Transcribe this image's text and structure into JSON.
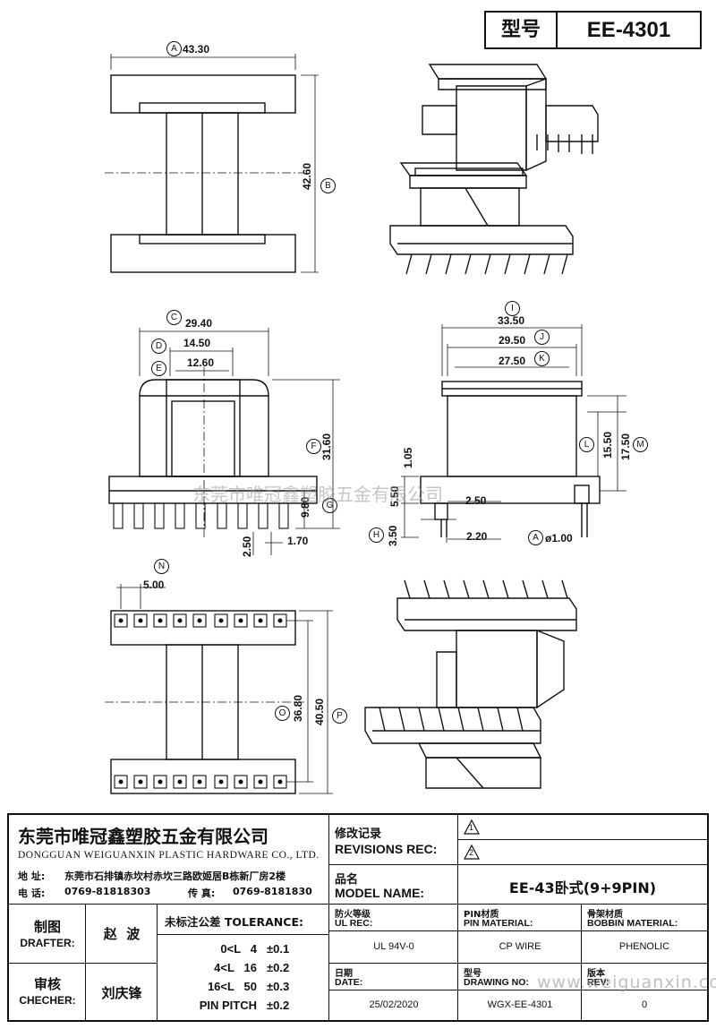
{
  "header": {
    "type_label": "型号",
    "model_code": "EE-4301"
  },
  "dimensions": {
    "A": {
      "letter": "A",
      "value": "43.30"
    },
    "B": {
      "letter": "B",
      "value": "42.60"
    },
    "C": {
      "letter": "C",
      "value": "29.40"
    },
    "D": {
      "letter": "D",
      "value": "14.50"
    },
    "E": {
      "letter": "E",
      "value": "12.60"
    },
    "F": {
      "letter": "F",
      "value": "31.60"
    },
    "G": {
      "letter": "G",
      "value": "9.80"
    },
    "H": {
      "letter": "H",
      "value": "3.50"
    },
    "I": {
      "letter": "I",
      "value": "33.50"
    },
    "J": {
      "letter": "J",
      "value": "29.50"
    },
    "K": {
      "letter": "K",
      "value": "27.50"
    },
    "L": {
      "letter": "L",
      "value": "15.50"
    },
    "M": {
      "letter": "M",
      "value": "17.50"
    },
    "N": {
      "letter": "N",
      "value": "5.00"
    },
    "O": {
      "letter": "O",
      "value": "36.80"
    },
    "P": {
      "letter": "P",
      "value": "40.50"
    },
    "pin_2_50": "2.50",
    "pin_1_70": "1.70",
    "side_1_05": "1.05",
    "side_5_50": "5.50",
    "side_2_50": "2.50",
    "side_2_20": "2.20",
    "pin_dia": "ø1.00",
    "pin_dia_letter": "A"
  },
  "watermark": {
    "text": "东莞市唯冠鑫塑胶五金有限公司",
    "url": "www.weiguanxin.com"
  },
  "company": {
    "name_cn": "东莞市唯冠鑫塑胶五金有限公司",
    "name_en": "DONGGUAN WEIGUANXIN PLASTIC HARDWARE CO., LTD.",
    "address_label": "地  址:",
    "address": "东莞市石排镇赤坎村赤坎三路欧姬居B栋新厂房2楼",
    "phone_label": "电  话:",
    "phone": "0769-81818303",
    "fax_label": "传  真:",
    "fax": "0769-8181830"
  },
  "revisions": {
    "label_cn": "修改记录",
    "label_en": "REVISIONS REC:",
    "marks": [
      "1",
      "2"
    ]
  },
  "model": {
    "label_cn": "品名",
    "label_en": "MODEL NAME:",
    "value": "EE-43卧式(9+9PIN)"
  },
  "drafter": {
    "label_cn": "制图",
    "label_en": "DRAFTER:",
    "name": "赵  波"
  },
  "checker": {
    "label_cn": "审核",
    "label_en": "CHECHER:",
    "name": "刘庆锋"
  },
  "tolerance": {
    "label": "未标注公差 TOLERANCE:",
    "rows": [
      {
        "range": "0<L   4",
        "value": "±0.1"
      },
      {
        "range": "4<L   16",
        "value": "±0.2"
      },
      {
        "range": "16<L   50",
        "value": "±0.3"
      },
      {
        "range": "PIN PITCH",
        "value": "±0.2"
      }
    ]
  },
  "specs": {
    "ul_label_cn": "防火等级",
    "ul_label_en": "UL REC:",
    "ul_value": "UL 94V-0",
    "pin_label_cn": "PIN材质",
    "pin_label_en": "PIN MATERIAL:",
    "pin_value": "CP WIRE",
    "bobbin_label_cn": "骨架材质",
    "bobbin_label_en": "BOBBIN MATERIAL:",
    "bobbin_value": "PHENOLIC",
    "date_label_cn": "日期",
    "date_label_en": "DATE:",
    "date_value": "25/02/2020",
    "drawing_label_cn": "型号",
    "drawing_label_en": "DRAWING NO:",
    "drawing_value": "WGX-EE-4301",
    "rev_label_cn": "版本",
    "rev_label_en": "REV:",
    "rev_value": "0"
  }
}
